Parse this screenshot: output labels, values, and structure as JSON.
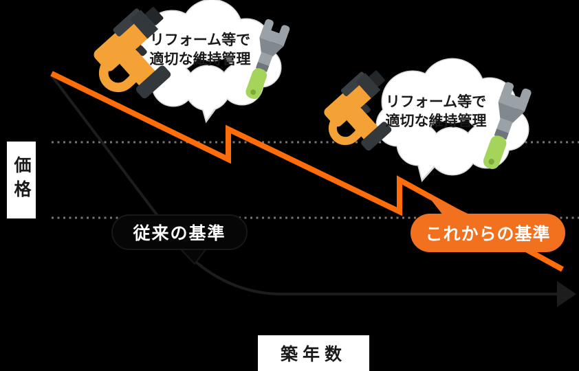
{
  "diagram": {
    "y_axis_label": "価格",
    "x_axis_label": "築年数",
    "old_standard_label": "従来の基準",
    "new_standard_label": "これからの基準",
    "callout": {
      "line1": "リフォーム等で",
      "line2": "適切な維持管理"
    },
    "colors": {
      "background": "#000000",
      "new_line_orange": "#FF6D0A",
      "new_pill_orange": "#F2711F",
      "old_line_dark": "#1D1D1D",
      "dotted_guide_gray": "#767676",
      "cloud_fill": "#FFFFFF",
      "cloud_border": "#D9D9D9",
      "drill_orange": "#F4A136",
      "drill_dark": "#33383C",
      "wrench_gray": "#9AA2A7",
      "wrench_green": "#A5D45A",
      "axis_box_white": "#FFFFFF"
    }
  }
}
